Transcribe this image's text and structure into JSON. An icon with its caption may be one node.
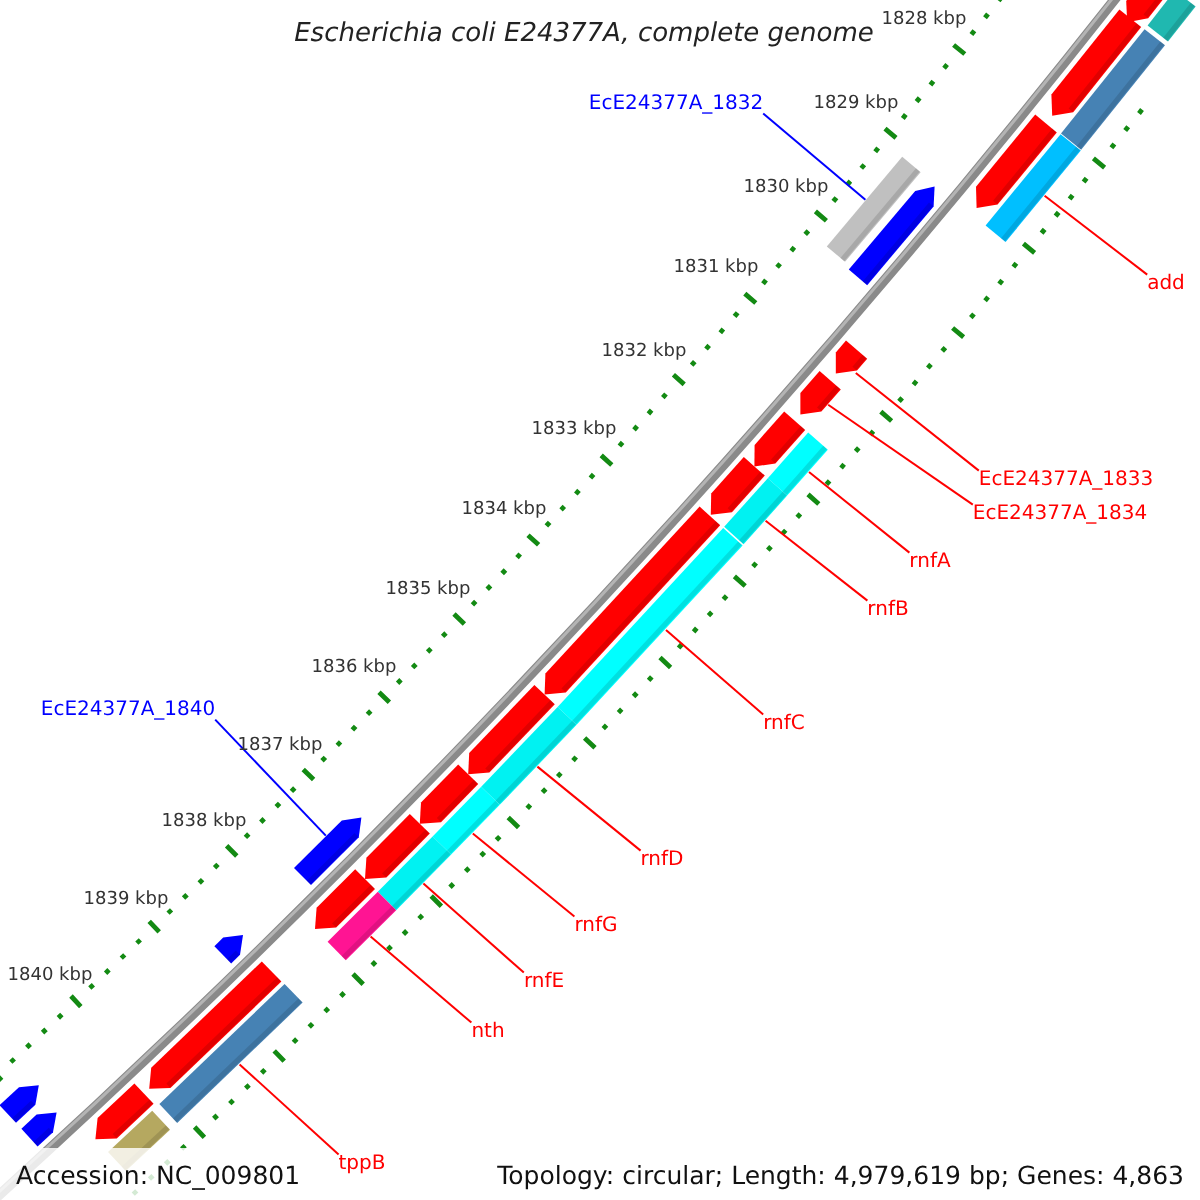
{
  "diagram": {
    "title": "Escherichia coli E24377A, complete genome",
    "nodes": [
      {
        "text": [
          "EcE24377A_1832"
        ]
      },
      {
        "text": [
          "add"
        ]
      },
      {
        "text": [
          "EcE24377A_1833"
        ]
      },
      {
        "text": [
          "EcE24377A_1834"
        ]
      },
      {
        "text": [
          "rnfA"
        ]
      },
      {
        "text": [
          "rnfB"
        ]
      },
      {
        "text": [
          "EcE24377A_1840"
        ]
      },
      {
        "text": [
          "rnfC"
        ]
      },
      {
        "text": [
          "rnfD"
        ]
      },
      {
        "text": [
          "rnfG"
        ]
      },
      {
        "text": [
          "rnfE"
        ]
      },
      {
        "text": [
          "nth"
        ]
      },
      {
        "text": [
          "tppB"
        ]
      },
      {
        "text": [],
        "shape": "arrow"
      },
      {
        "text": [],
        "shape": "box"
      },
      {
        "text": [],
        "shape": "arrow"
      },
      {
        "text": [],
        "shape": "box"
      },
      {
        "text": [],
        "shape": "arrow"
      },
      {
        "text": [],
        "shape": "box"
      },
      {
        "text": [],
        "shape": "box"
      },
      {
        "text": [],
        "shape": "arrow"
      },
      {
        "text": [],
        "shape": "arrow"
      },
      {
        "text": [],
        "shape": "arrow"
      },
      {
        "text": [],
        "shape": "arrow"
      },
      {
        "text": [],
        "shape": "box"
      },
      {
        "text": [],
        "shape": "arrow"
      },
      {
        "text": [],
        "shape": "box"
      },
      {
        "text": [],
        "shape": "arrow"
      },
      {
        "text": [],
        "shape": "box"
      },
      {
        "text": [],
        "shape": "arrow"
      },
      {
        "text": [],
        "shape": "box"
      },
      {
        "text": [],
        "shape": "arrow"
      },
      {
        "text": [],
        "shape": "box"
      },
      {
        "text": [],
        "shape": "arrow"
      },
      {
        "text": [],
        "shape": "arrow"
      },
      {
        "text": [],
        "shape": "box"
      },
      {
        "text": [],
        "shape": "arrow"
      },
      {
        "text": [],
        "shape": "box"
      },
      {
        "text": [],
        "shape": "arrow"
      },
      {
        "text": [],
        "shape": "arrow"
      },
      {
        "text": [],
        "shape": "box"
      },
      {
        "text": [],
        "shape": "arrow"
      },
      {
        "text": [],
        "shape": "arrow"
      },
      {
        "text": [],
        "shape": "arrow"
      },
      {
        "text": [],
        "shape": "box"
      }
    ],
    "edges": [
      {
        "from": 0,
        "to": 19,
        "arrow": "none",
        "color": "#0000ff"
      },
      {
        "from": 1,
        "to": 18,
        "arrow": "none"
      },
      {
        "from": 2,
        "to": 21,
        "arrow": "none"
      },
      {
        "from": 3,
        "to": 22,
        "arrow": "none"
      },
      {
        "from": 4,
        "to": 24,
        "arrow": "none"
      },
      {
        "from": 5,
        "to": 26,
        "arrow": "none"
      },
      {
        "from": 6,
        "to": 33,
        "arrow": "none",
        "color": "#0000ff"
      },
      {
        "from": 7,
        "to": 28,
        "arrow": "none"
      },
      {
        "from": 8,
        "to": 30,
        "arrow": "none"
      },
      {
        "from": 9,
        "to": 32,
        "arrow": "none"
      },
      {
        "from": 10,
        "to": 35,
        "arrow": "none"
      },
      {
        "from": 11,
        "to": 37,
        "arrow": "none"
      },
      {
        "from": 12,
        "to": 40,
        "arrow": "none"
      }
    ],
    "labels": [
      "1828 kbp",
      "1829 kbp",
      "1830 kbp",
      "1831 kbp",
      "1832 kbp",
      "1833 kbp",
      "1834 kbp",
      "1835 kbp",
      "1836 kbp",
      "1837 kbp",
      "1838 kbp",
      "1839 kbp",
      "1840 kbp",
      "Accession: NC_009801",
      "Topology: circular; Length: 4,979,619 bp; Genes: 4,863"
    ]
  }
}
